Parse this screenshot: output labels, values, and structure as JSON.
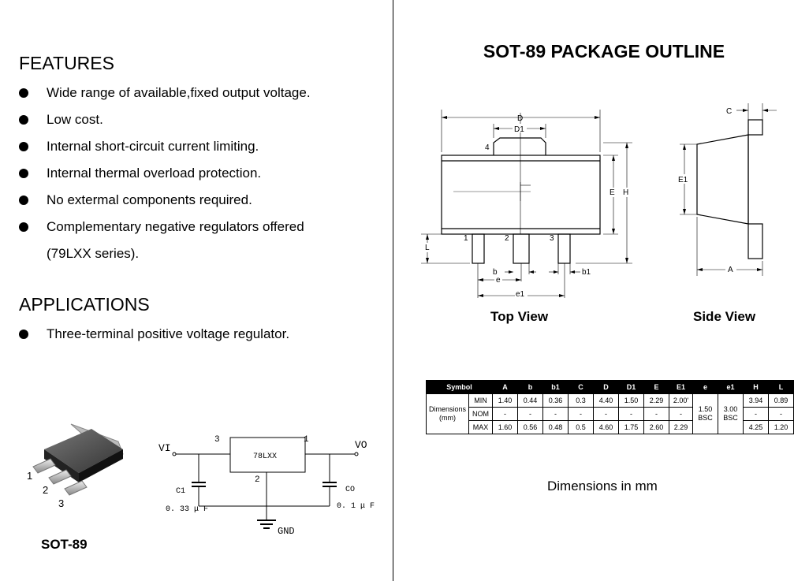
{
  "features": {
    "heading": "FEATURES",
    "items": [
      "Wide range of available,fixed output voltage.",
      "Low cost.",
      "Internal short-circuit current limiting.",
      "Internal thermal overload protection.",
      "No extermal components required.",
      "Complementary negative regulators offered"
    ],
    "item_continuation": "(79LXX series)."
  },
  "applications": {
    "heading": "APPLICATIONS",
    "items": [
      "Three-terminal positive voltage regulator."
    ]
  },
  "package": {
    "title": "SOT-89 PACKAGE OUTLINE",
    "top_view_label": "Top View",
    "side_view_label": "Side View",
    "top_view_dims": {
      "D": "D",
      "D1": "D1",
      "E": "E",
      "H": "H",
      "L": "L",
      "b": "b",
      "e": "e",
      "b1": "b1",
      "e1": "e1",
      "pin1": "1",
      "pin2": "2",
      "pin3": "3",
      "pin4": "4"
    },
    "side_view_dims": {
      "C": "C",
      "E1": "E1",
      "A": "A"
    },
    "note": "Dimensions in mm"
  },
  "table": {
    "headers": [
      "Symbol",
      "A",
      "b",
      "b1",
      "C",
      "D",
      "D1",
      "E",
      "E1",
      "e",
      "e1",
      "H",
      "L"
    ],
    "group_label_1": "Dimensions",
    "group_label_2": "(mm)",
    "rows": {
      "min": {
        "label": "MIN",
        "A": "1.40",
        "b": "0.44",
        "b1": "0.36",
        "C": "0.3",
        "D": "4.40",
        "D1": "1.50",
        "E": "2.29",
        "E1": "2.00'",
        "H": "3.94",
        "L": "0.89"
      },
      "nom": {
        "label": "NOM",
        "A": "-",
        "b": "-",
        "b1": "-",
        "C": "-",
        "D": "-",
        "D1": "-",
        "E": "-",
        "E1": "-",
        "H": "-",
        "L": "-"
      },
      "max": {
        "label": "MAX",
        "A": "1.60",
        "b": "0.56",
        "b1": "0.48",
        "C": "0.5",
        "D": "4.60",
        "D1": "1.75",
        "E": "2.60",
        "E1": "2.29",
        "H": "4.25",
        "L": "1.20"
      }
    },
    "e_line1": "1.50",
    "e_line2": "BSC",
    "e1_line1": "3.00",
    "e1_line2": "BSC"
  },
  "component": {
    "label": "SOT-89",
    "pin1": "1",
    "pin2": "2",
    "pin3": "3"
  },
  "circuit": {
    "vi": "VI",
    "vo": "VO",
    "regulator": "78LXX",
    "pin3": "3",
    "pin1": "1",
    "pin2": "2",
    "c1": "C1",
    "c1_value": "0. 33 μ F",
    "c0": "CO",
    "c0_value": "0. 1 μ F",
    "gnd": "GND"
  }
}
